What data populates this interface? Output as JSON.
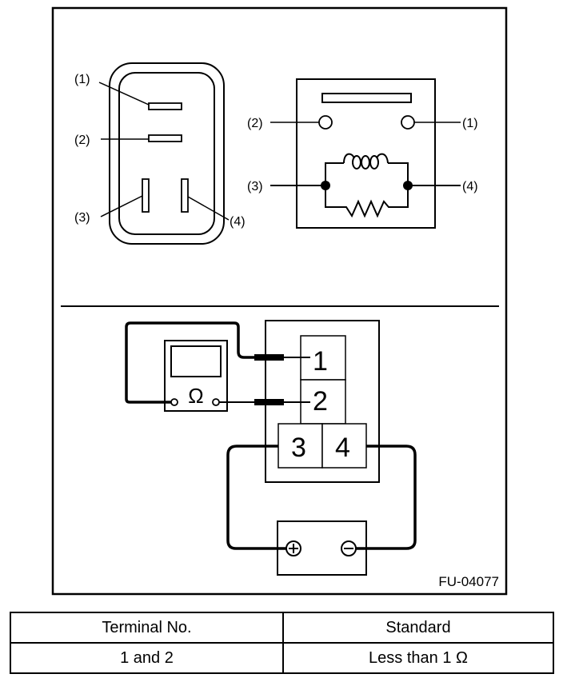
{
  "figure": {
    "id": "FU-04077",
    "connector_labels": [
      "(1)",
      "(2)",
      "(3)",
      "(4)"
    ],
    "schematic_labels": [
      "(1)",
      "(2)",
      "(3)",
      "(4)"
    ],
    "terminal_numbers": [
      "1",
      "2",
      "3",
      "4"
    ],
    "ohmmeter_symbol": "Ω",
    "battery_positive": "+",
    "battery_negative": "−"
  },
  "table": {
    "headers": [
      "Terminal No.",
      "Standard"
    ],
    "rows": [
      [
        "1 and 2",
        "Less than 1 Ω"
      ]
    ]
  }
}
